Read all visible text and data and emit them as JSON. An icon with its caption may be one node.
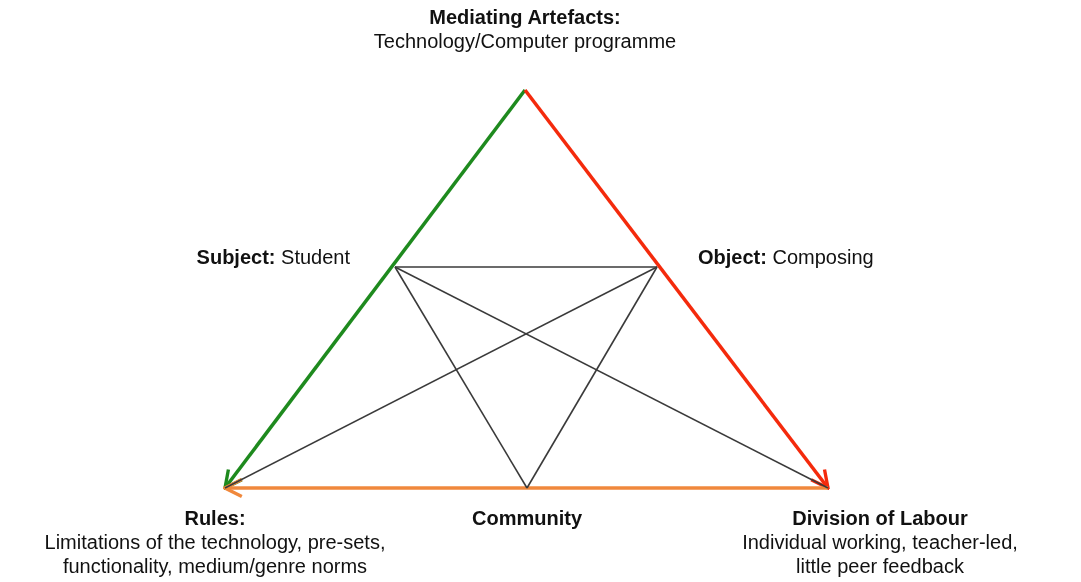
{
  "diagram": {
    "nodes": [
      {
        "text": [
          "Mediating Artefacts:",
          "Technology/Computer programme"
        ]
      },
      {
        "text": [
          "**Subject:** Student"
        ]
      },
      {
        "text": [
          "**Object:** Composing"
        ]
      },
      {
        "text": [
          "Rules:",
          "Limitations of the technology, pre-sets, functionality, medium/genre norms"
        ]
      },
      {
        "text": [
          "Community"
        ]
      },
      {
        "text": [
          "Division of Labour",
          "Individual working, teacher-led, little peer feedback"
        ]
      }
    ],
    "edges": [
      {
        "from": 0,
        "to": 3,
        "arrow": "to",
        "style": "thick",
        "color": "#1e8a1e"
      },
      {
        "from": 0,
        "to": 5,
        "arrow": "to",
        "style": "thick",
        "color": "#f42a0c"
      },
      {
        "from": 5,
        "to": 3,
        "arrow": "to",
        "style": "thick",
        "color": "#f0883c"
      },
      {
        "from": 1,
        "to": 2,
        "arrow": "none"
      },
      {
        "from": 1,
        "to": 4,
        "arrow": "none"
      },
      {
        "from": 1,
        "to": 5,
        "arrow": "none"
      },
      {
        "from": 2,
        "to": 3,
        "arrow": "none"
      },
      {
        "from": 2,
        "to": 4,
        "arrow": "none"
      }
    ]
  }
}
